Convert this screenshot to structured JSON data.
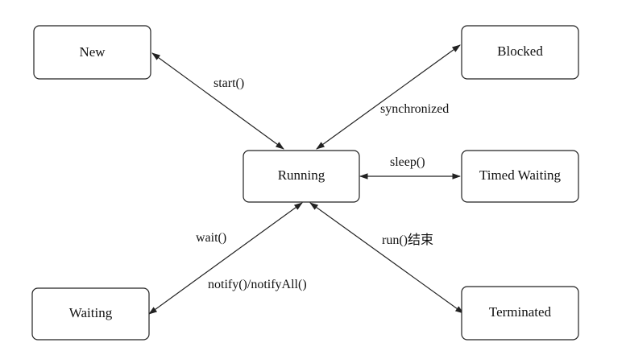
{
  "diagram": {
    "nodes": {
      "new": "New",
      "blocked": "Blocked",
      "running": "Running",
      "timed_waiting": "Timed Waiting",
      "waiting": "Waiting",
      "terminated": "Terminated"
    },
    "edges": {
      "start": "start()",
      "synchronized": "synchronized",
      "sleep": "sleep()",
      "wait": "wait()",
      "notify": "notify()/notifyAll()",
      "run_end": "run()结束"
    },
    "colors": {
      "stroke": "#222222",
      "text": "#111111",
      "background": "#ffffff"
    }
  }
}
